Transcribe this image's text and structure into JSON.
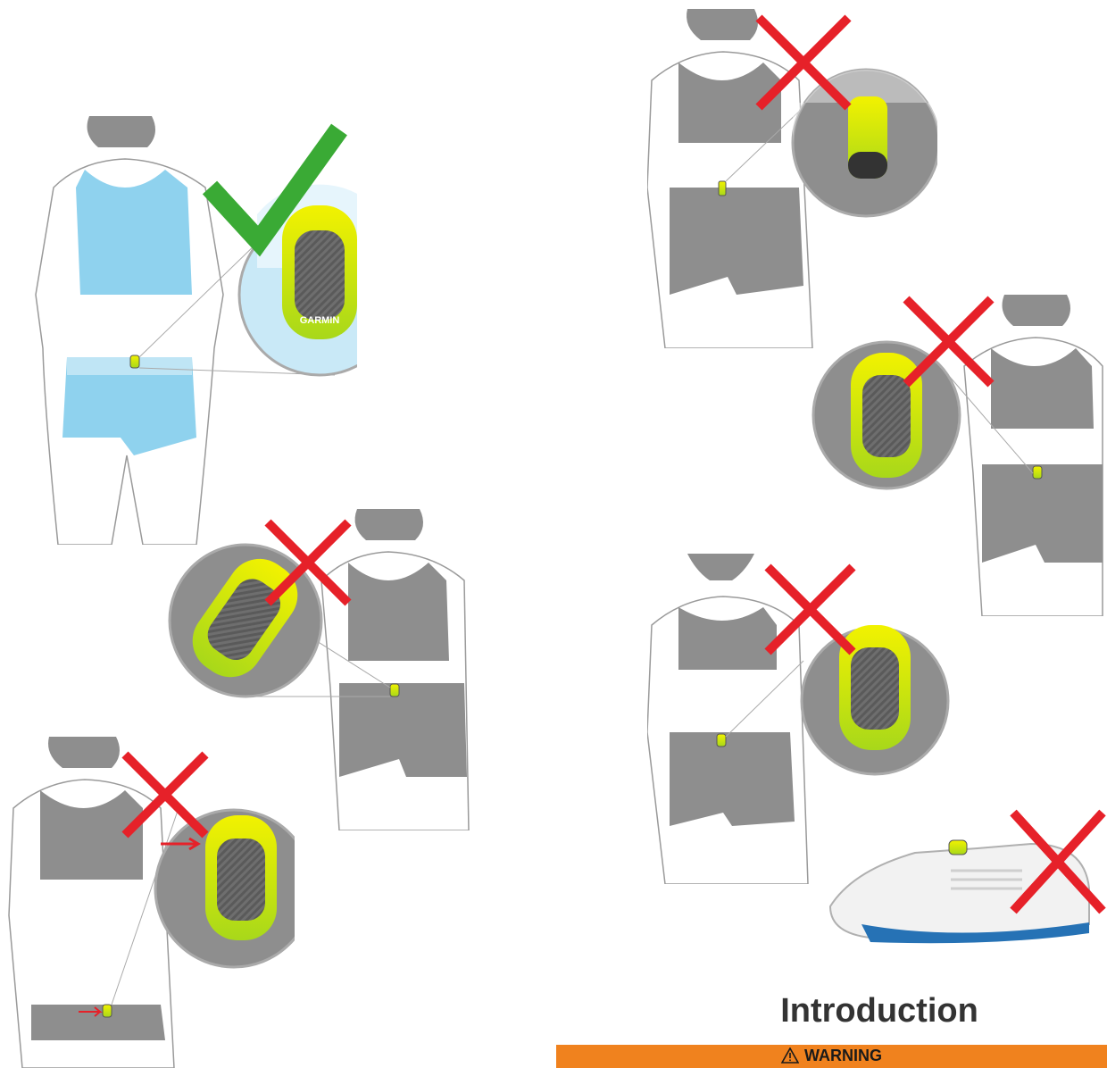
{
  "colors": {
    "accent": "#f0821e",
    "check": "#3aaa35",
    "cross": "#e62129",
    "apparel_blue": "#8fd2ee",
    "apparel_gray": "#8e8e8e",
    "pod_yellow": "#e8f000"
  },
  "pod_brand": "GARMIN",
  "section_heading": "Introduction",
  "warning": {
    "label": "WARNING",
    "icon": "warning-triangle-icon"
  },
  "figures": [
    {
      "name": "correct-placement",
      "verdict": "check-icon"
    },
    {
      "name": "tilted-placement",
      "verdict": "cross-icon"
    },
    {
      "name": "off-center-placement",
      "verdict": "cross-icon"
    },
    {
      "name": "pod-clipped-sideways",
      "verdict": "cross-icon"
    },
    {
      "name": "pod-upside-down",
      "verdict": "cross-icon"
    },
    {
      "name": "front-waistband-placement",
      "verdict": "cross-icon"
    },
    {
      "name": "shoe-placement",
      "verdict": "cross-icon"
    }
  ]
}
